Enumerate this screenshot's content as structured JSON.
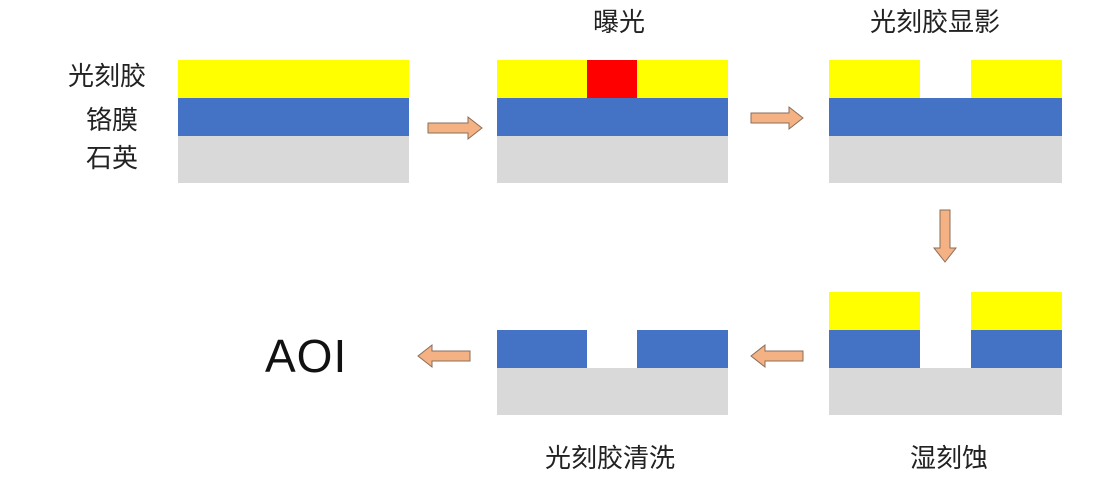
{
  "colors": {
    "photoresist": "#ffff00",
    "chrome": "#4472c4",
    "quartz": "#d9d9d9",
    "exposed": "#ff0000",
    "arrow_fill": "#f4b183",
    "arrow_stroke": "#8a6e5a"
  },
  "layer_labels": {
    "photoresist": "光刻胶",
    "chrome": "铬膜",
    "quartz": "石英"
  },
  "steps": {
    "exposure": "曝光",
    "development": "光刻胶显影",
    "wet_etch": "湿刻蚀",
    "strip": "光刻胶清洗"
  },
  "final": "AOI",
  "arrow_icon": "block-arrow-icon"
}
